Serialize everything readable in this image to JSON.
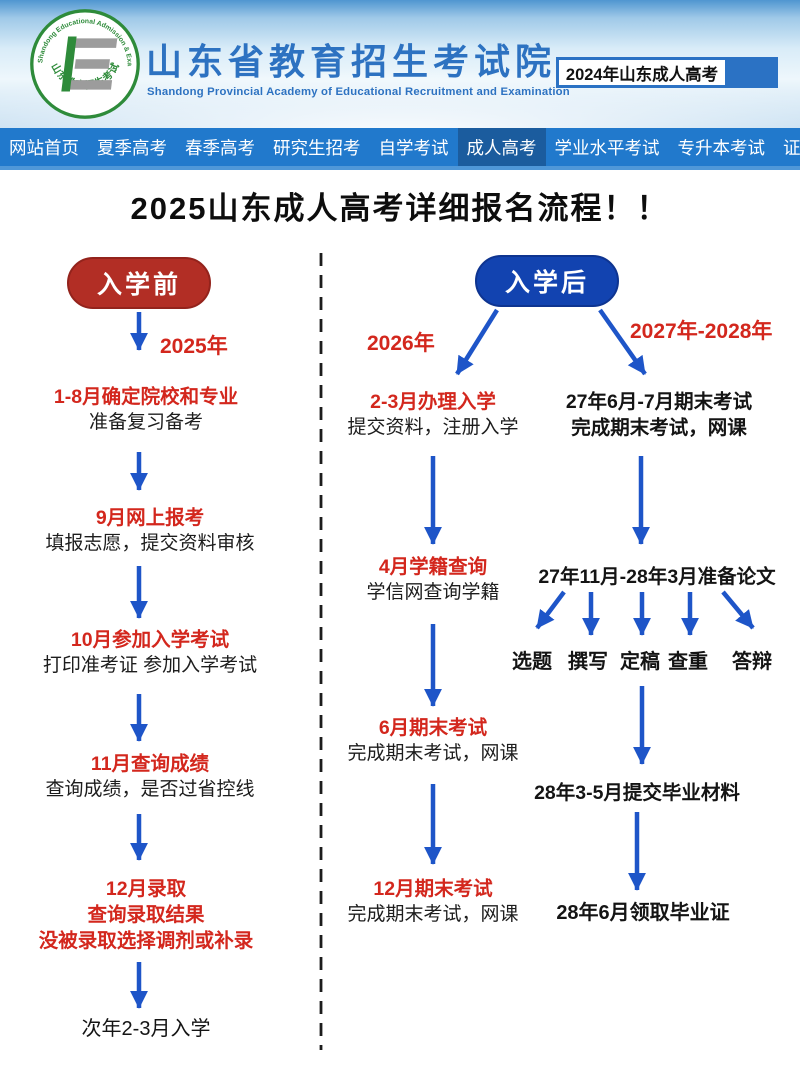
{
  "header": {
    "org_cn": "山东省教育招生考试院",
    "org_en": "Shandong Provincial Academy of Educational Recruitment and Examination",
    "badge": "2024年山东成人高考",
    "logo": {
      "arc_top": "Shandong Educational Admission & Examinations",
      "arc_bottom": "山东教育招生考试"
    }
  },
  "nav": {
    "items": [
      "网站首页",
      "夏季高考",
      "春季高考",
      "研究生招考",
      "自学考试",
      "成人高考",
      "学业水平考试",
      "专升本考试",
      "证书考试"
    ],
    "active_item": "成人高考"
  },
  "title": "2025山东成人高考详细报名流程！！",
  "flow": {
    "before": {
      "badge": "入学前",
      "year": "2025年",
      "steps": [
        {
          "title": "1-8月确定院校和专业",
          "sub": "准备复习备考"
        },
        {
          "title": "9月网上报考",
          "sub": "填报志愿，提交资料审核"
        },
        {
          "title": "10月参加入学考试",
          "sub": "打印准考证 参加入学考试"
        },
        {
          "title": "11月查询成绩",
          "sub": "查询成绩，是否过省控线"
        },
        {
          "title": "12月录取",
          "line2": "查询录取结果",
          "line3": "没被录取选择调剂或补录"
        }
      ],
      "final": "次年2-3月入学"
    },
    "after": {
      "badge": "入学后",
      "year_left": "2026年",
      "year_right": "2027年-2028年",
      "mid": [
        {
          "title": "2-3月办理入学",
          "sub": "提交资料，注册入学"
        },
        {
          "title": "4月学籍查询",
          "sub": "学信网查询学籍"
        },
        {
          "title": "6月期末考试",
          "sub": "完成期末考试，网课"
        },
        {
          "title": "12月期末考试",
          "sub": "完成期末考试，网课"
        }
      ],
      "right": [
        {
          "title": "27年6月-7月期末考试",
          "sub": "完成期末考试，网课"
        },
        {
          "title": "27年11月-28年3月准备论文"
        },
        {
          "title": "28年3-5月提交毕业材料"
        },
        {
          "title": "28年6月领取毕业证"
        }
      ],
      "thesis": [
        "选题",
        "撰写",
        "定稿",
        "查重",
        "答辩"
      ]
    }
  },
  "colors": {
    "accent_red": "#d3271d",
    "pill_red": "#b22e25",
    "pill_blue": "#1243b0",
    "arrow_blue": "#1e55c8",
    "nav_blue": "#2179cc",
    "nav_active": "#1b5c9e",
    "org_blue": "#2d72c1"
  }
}
